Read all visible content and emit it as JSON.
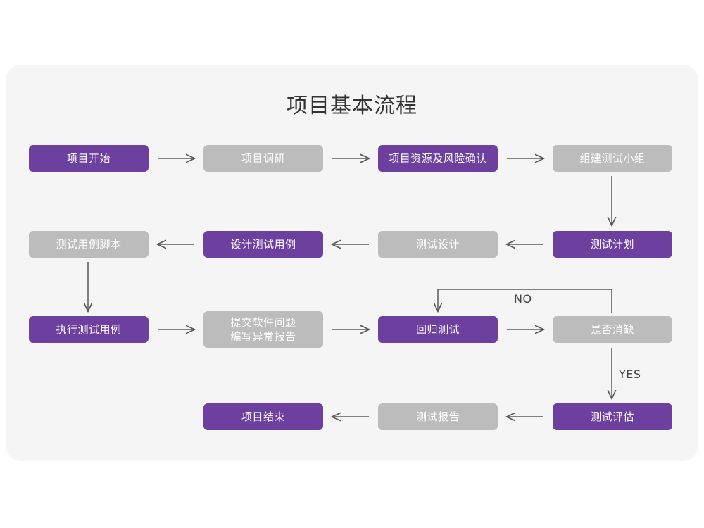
{
  "page": {
    "title": "项目基本流程",
    "background": "#ffffff",
    "card_background": "#f5f5f5"
  },
  "colors": {
    "purple": "#6d3f9e",
    "gray": "#bcbcbc",
    "title_text": "#333333",
    "node_text": "#ffffff",
    "connector": "#595959",
    "label_text": "#444444"
  },
  "chart_data": {
    "type": "diagram",
    "title": "项目基本流程",
    "nodes": [
      {
        "id": "n1",
        "label": "项目开始",
        "style": "purple",
        "row": 1,
        "col": 1
      },
      {
        "id": "n2",
        "label": "项目调研",
        "style": "gray",
        "row": 1,
        "col": 2
      },
      {
        "id": "n3",
        "label": "项目资源及风险确认",
        "style": "purple",
        "row": 1,
        "col": 3
      },
      {
        "id": "n4",
        "label": "组建测试小组",
        "style": "gray",
        "row": 1,
        "col": 4
      },
      {
        "id": "n5",
        "label": "测试计划",
        "style": "purple",
        "row": 2,
        "col": 4
      },
      {
        "id": "n6",
        "label": "测试设计",
        "style": "gray",
        "row": 2,
        "col": 3
      },
      {
        "id": "n7",
        "label": "设计测试用例",
        "style": "purple",
        "row": 2,
        "col": 2
      },
      {
        "id": "n8",
        "label": "测试用例脚本",
        "style": "gray",
        "row": 2,
        "col": 1
      },
      {
        "id": "n9",
        "label": "执行测试用例",
        "style": "purple",
        "row": 3,
        "col": 1
      },
      {
        "id": "n10",
        "label": "提交软件问题\n编写异常报告",
        "style": "gray",
        "row": 3,
        "col": 2
      },
      {
        "id": "n11",
        "label": "回归测试",
        "style": "purple",
        "row": 3,
        "col": 3
      },
      {
        "id": "n12",
        "label": "是否消缺",
        "style": "gray",
        "row": 3,
        "col": 4
      },
      {
        "id": "n13",
        "label": "测试评估",
        "style": "purple",
        "row": 4,
        "col": 4
      },
      {
        "id": "n14",
        "label": "测试报告",
        "style": "gray",
        "row": 4,
        "col": 3
      },
      {
        "id": "n15",
        "label": "项目结束",
        "style": "purple",
        "row": 4,
        "col": 2
      }
    ],
    "edges": [
      {
        "from": "n1",
        "to": "n2",
        "label": "",
        "direction": "right"
      },
      {
        "from": "n2",
        "to": "n3",
        "label": "",
        "direction": "right"
      },
      {
        "from": "n3",
        "to": "n4",
        "label": "",
        "direction": "right"
      },
      {
        "from": "n4",
        "to": "n5",
        "label": "",
        "direction": "down"
      },
      {
        "from": "n5",
        "to": "n6",
        "label": "",
        "direction": "left"
      },
      {
        "from": "n6",
        "to": "n7",
        "label": "",
        "direction": "left"
      },
      {
        "from": "n7",
        "to": "n8",
        "label": "",
        "direction": "left"
      },
      {
        "from": "n8",
        "to": "n9",
        "label": "",
        "direction": "down"
      },
      {
        "from": "n9",
        "to": "n10",
        "label": "",
        "direction": "right"
      },
      {
        "from": "n10",
        "to": "n11",
        "label": "",
        "direction": "right"
      },
      {
        "from": "n11",
        "to": "n12",
        "label": "",
        "direction": "right"
      },
      {
        "from": "n12",
        "to": "n11",
        "label": "NO",
        "direction": "loop-up-left"
      },
      {
        "from": "n12",
        "to": "n13",
        "label": "YES",
        "direction": "down"
      },
      {
        "from": "n13",
        "to": "n14",
        "label": "",
        "direction": "left"
      },
      {
        "from": "n14",
        "to": "n15",
        "label": "",
        "direction": "left"
      }
    ],
    "edge_labels": [
      "NO",
      "YES"
    ]
  }
}
